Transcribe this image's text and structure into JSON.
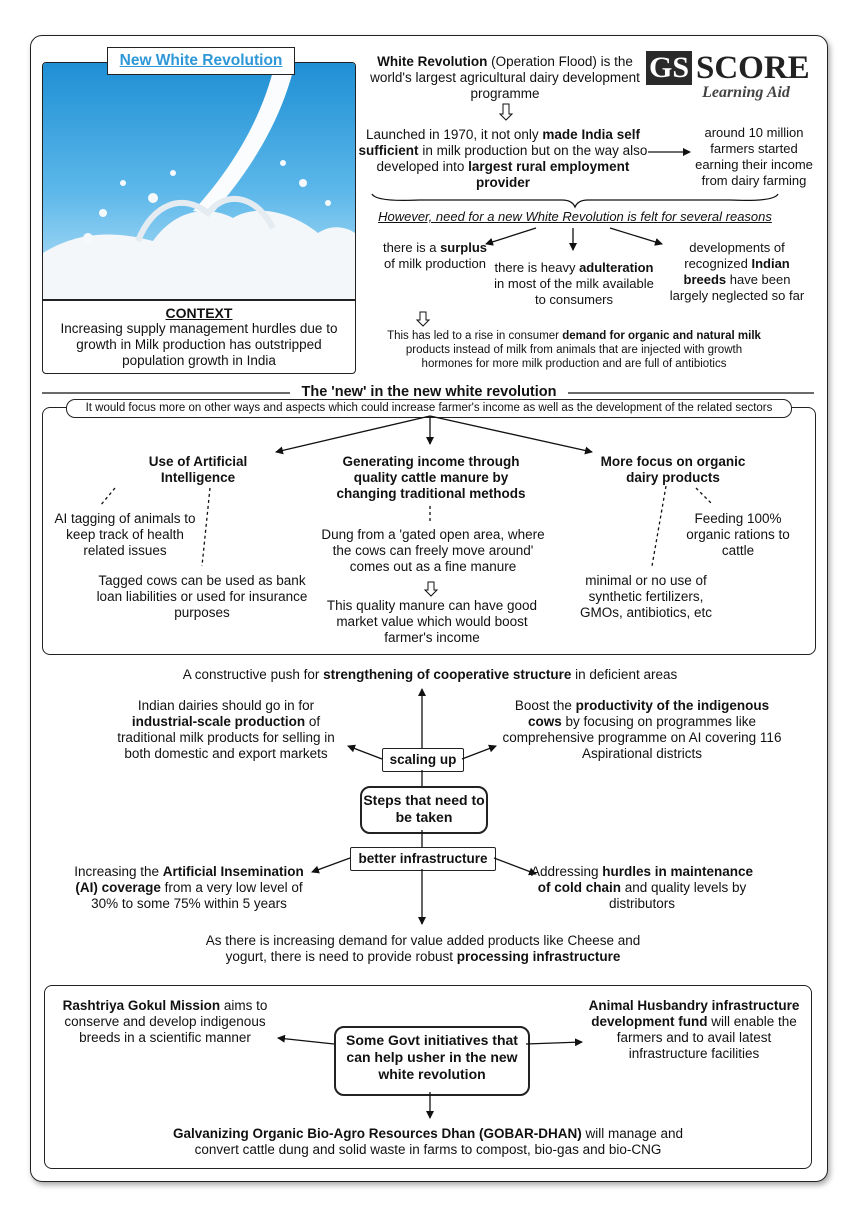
{
  "title": "New White Revolution",
  "logo": {
    "brand_gs": "GS",
    "brand_score": "SCORE",
    "tagline": "Learning Aid"
  },
  "context": {
    "heading": "CONTEXT",
    "text": "Increasing supply management hurdles due to growth in Milk production has outstripped population growth in India"
  },
  "intro": {
    "lead_bold": "White Revolution",
    "lead_rest": " (Operation Flood) is the world's largest agricultural dairy development programme",
    "launch_a": "Launched in 1970, it not only ",
    "launch_b": "made India self sufficient",
    "launch_c": " in milk production but on the way also developed into ",
    "launch_d": "largest rural employment provider",
    "farmers": "around 10 million farmers started earning their income from dairy farming",
    "however": "However, need for a new White Revolution is felt for several reasons",
    "reason1_a": "there is a ",
    "reason1_b": "surplus",
    "reason1_c": " of milk production",
    "reason2_a": "there is heavy ",
    "reason2_b": "adulteration",
    "reason2_c": " in most of the milk available to consumers",
    "reason3_a": "developments of recognized ",
    "reason3_b": "Indian breeds",
    "reason3_c": " have been largely neglected so far",
    "demand_a": "This has led to a rise in consumer ",
    "demand_b": "demand for organic and natural milk",
    "demand_c": " products instead of milk from animals that are injected with growth hormones for more milk production and are full of antibiotics"
  },
  "new_section": {
    "heading": "The 'new' in the new white revolution",
    "subheading": "It would focus more on other ways and aspects which could increase farmer's income as well as the development of the related sectors",
    "ai_title": "Use of Artificial Intelligence",
    "ai_point1": "AI tagging of animals to keep track of health related issues",
    "ai_point2": "Tagged cows can be used as bank loan liabilities or used for insurance purposes",
    "manure_title": "Generating income through quality cattle manure by changing traditional methods",
    "manure_point1": "Dung from a 'gated open area, where the cows can freely move around' comes out as a fine manure",
    "manure_point2": "This quality manure can have good market value which would boost farmer's income",
    "organic_title": "More focus on organic dairy products",
    "organic_point1": "Feeding 100% organic rations to cattle",
    "organic_point2": "minimal or no use of synthetic fertilizers, GMOs, antibiotics, etc"
  },
  "steps": {
    "center": "Steps that need to be taken",
    "scaling_label": "scaling up",
    "infra_label": "better infrastructure",
    "coop_a": "A constructive push for ",
    "coop_b": "strengthening of cooperative structure",
    "coop_c": " in deficient areas",
    "industrial_a": "Indian dairies should go in for ",
    "industrial_b": "industrial-scale production",
    "industrial_c": " of traditional milk products for selling in both domestic and export markets",
    "productivity_a": "Boost the ",
    "productivity_b": "productivity of the indigenous cows",
    "productivity_c": " by focusing on programmes like comprehensive programme on AI covering 116 Aspirational districts",
    "ai_cov_a": "Increasing the ",
    "ai_cov_b": "Artificial Insemination (AI) coverage",
    "ai_cov_c": " from a very low level of 30% to some 75% within 5 years",
    "cold_a": "Addressing ",
    "cold_b": "hurdles in maintenance of cold chain",
    "cold_c": " and quality levels by distributors",
    "processing_a": "As there is increasing demand for value added products like Cheese and yogurt, there is need to provide robust ",
    "processing_b": "processing infrastructure"
  },
  "govt": {
    "center": "Some Govt initiatives that can help usher in the new white revolution",
    "gokul_a": "Rashtriya Gokul Mission",
    "gokul_b": " aims to conserve and develop indigenous breeds in a scientific manner",
    "ahidf_a": "Animal Husbandry infrastructure development fund",
    "ahidf_b": " will enable the farmers and to avail latest infrastructure facilities",
    "gobar_a": "Galvanizing Organic Bio-Agro Resources Dhan (GOBAR-DHAN)",
    "gobar_b": " will manage and convert cattle dung and solid waste in farms to compost, bio-gas and bio-CNG"
  }
}
